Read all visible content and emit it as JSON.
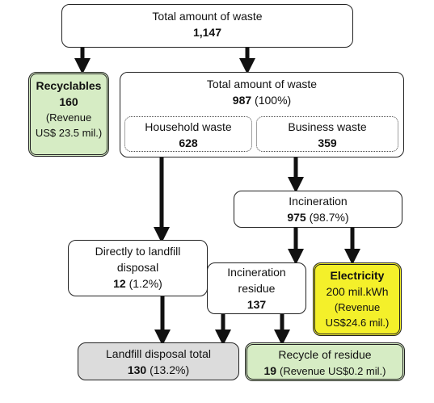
{
  "total_waste": {
    "label": "Total amount of waste",
    "value": "1,147"
  },
  "recyclables": {
    "label": "Recyclables",
    "value": "160",
    "revenue_line1": "(Revenue",
    "revenue_line2": "US$ 23.5 mil.)"
  },
  "total_after": {
    "label": "Total amount of waste",
    "value": "987",
    "pct": "(100%)",
    "household": {
      "label": "Household waste",
      "value": "628"
    },
    "business": {
      "label": "Business waste",
      "value": "359"
    }
  },
  "incineration": {
    "label": "Incineration",
    "value": "975",
    "pct": "(98.7%)"
  },
  "landfill_direct": {
    "label_line1": "Directly to landfill",
    "label_line2": "disposal",
    "value": "12",
    "pct": "(1.2%)"
  },
  "incineration_residue": {
    "label_line1": "Incineration",
    "label_line2": "residue",
    "value": "137"
  },
  "electricity": {
    "label": "Electricity",
    "value": "200 mil.kWh",
    "revenue_line1": "(Revenue",
    "revenue_line2": "US$24.6 mil.)"
  },
  "landfill_total": {
    "label": "Landfill disposal total",
    "value": "130",
    "pct": "(13.2%)"
  },
  "recycle_residue": {
    "label": "Recycle of residue",
    "value": "19",
    "revenue": "(Revenue US$0.2 mil.)"
  },
  "colors": {
    "recycle_green": "#d6ecc4",
    "landfill_grey": "#dcdcdc",
    "electricity_yellow": "#f4f02a",
    "arrow": "#111111"
  }
}
